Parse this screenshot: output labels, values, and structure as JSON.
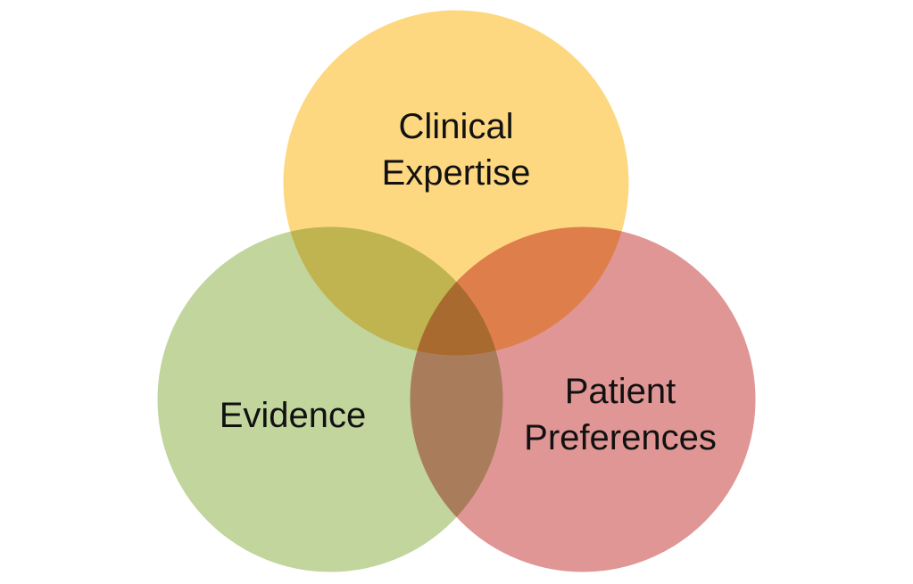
{
  "diagram": {
    "type": "venn",
    "sets": [
      {
        "id": "clinical",
        "label_line1": "Clinical",
        "label_line2": "Expertise",
        "color": "#FDD880"
      },
      {
        "id": "evidence",
        "label_line1": "Evidence",
        "color": "#C1D59D"
      },
      {
        "id": "patient",
        "label_line1": "Patient",
        "label_line2": "Preferences",
        "color": "#E09695"
      }
    ]
  }
}
